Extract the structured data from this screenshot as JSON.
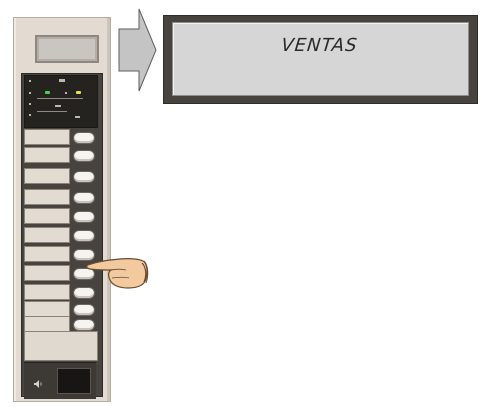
{
  "display": {
    "text": "VENTAS"
  },
  "phone": {
    "programmable_keys": 11,
    "pressed_key_index": 7
  },
  "icons": {
    "pointer": "hand-pointer-icon",
    "arrow": "arrow-right-icon",
    "speaker": "speaker-icon"
  },
  "colors": {
    "panel": "#e3dbd2",
    "console": "#47443f",
    "lcd_background": "#d6d6d6",
    "indicator_green": "#4bd14b",
    "indicator_yellow": "#e6e24a",
    "hand_skin": "#f3c9a0"
  }
}
